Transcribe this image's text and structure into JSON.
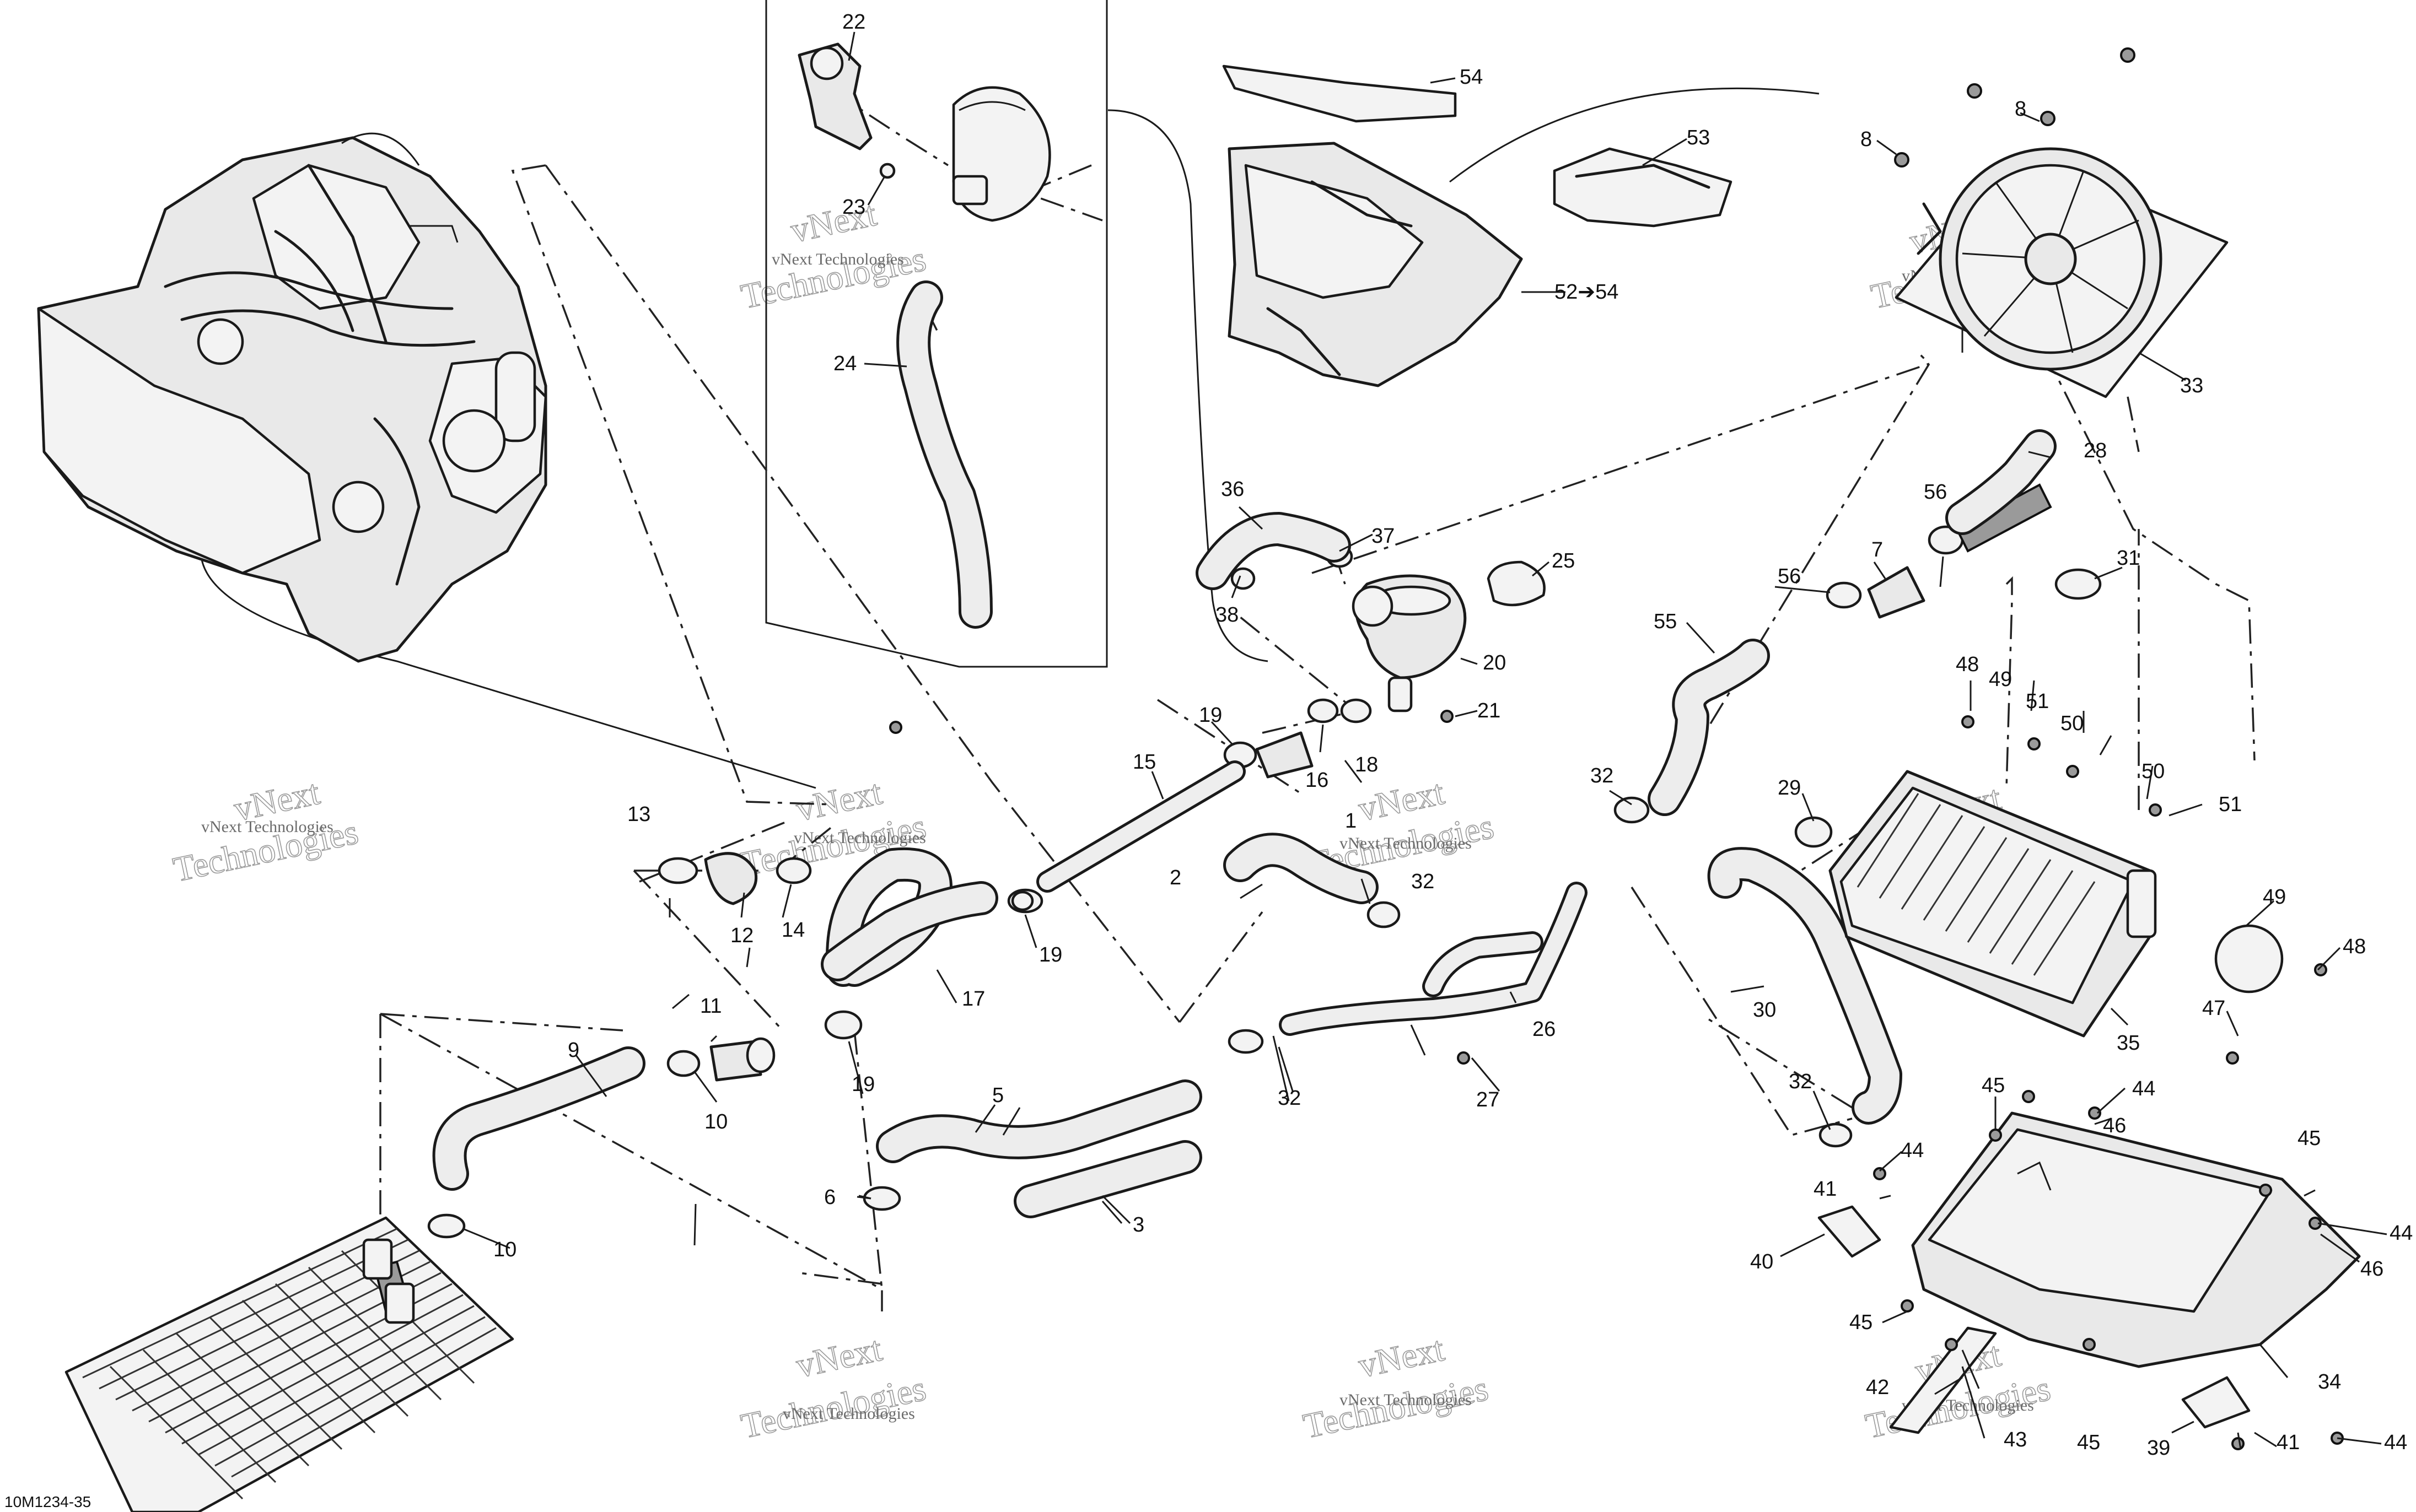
{
  "diagram": {
    "reference_code": "10M1234-35",
    "watermark": {
      "line1": "vNext",
      "line2": "Technologies",
      "small": "vNext Technologies"
    },
    "callouts": [
      {
        "id": "c1",
        "label": "1"
      },
      {
        "id": "c2",
        "label": "2"
      },
      {
        "id": "c3",
        "label": "3"
      },
      {
        "id": "c5",
        "label": "5"
      },
      {
        "id": "c6",
        "label": "6"
      },
      {
        "id": "c7",
        "label": "7"
      },
      {
        "id": "c8a",
        "label": "8"
      },
      {
        "id": "c8b",
        "label": "8"
      },
      {
        "id": "c9",
        "label": "9"
      },
      {
        "id": "c10a",
        "label": "10"
      },
      {
        "id": "c10b",
        "label": "10"
      },
      {
        "id": "c11",
        "label": "11"
      },
      {
        "id": "c12",
        "label": "12"
      },
      {
        "id": "c13",
        "label": "13"
      },
      {
        "id": "c14",
        "label": "14"
      },
      {
        "id": "c15",
        "label": "15"
      },
      {
        "id": "c16",
        "label": "16"
      },
      {
        "id": "c17",
        "label": "17"
      },
      {
        "id": "c18",
        "label": "18"
      },
      {
        "id": "c19a",
        "label": "19"
      },
      {
        "id": "c19b",
        "label": "19"
      },
      {
        "id": "c19c",
        "label": "19"
      },
      {
        "id": "c20",
        "label": "20"
      },
      {
        "id": "c21",
        "label": "21"
      },
      {
        "id": "c22",
        "label": "22"
      },
      {
        "id": "c23",
        "label": "23"
      },
      {
        "id": "c24",
        "label": "24"
      },
      {
        "id": "c25",
        "label": "25"
      },
      {
        "id": "c26",
        "label": "26"
      },
      {
        "id": "c27",
        "label": "27"
      },
      {
        "id": "c28",
        "label": "28"
      },
      {
        "id": "c29",
        "label": "29"
      },
      {
        "id": "c30",
        "label": "30"
      },
      {
        "id": "c31",
        "label": "31"
      },
      {
        "id": "c32a",
        "label": "32"
      },
      {
        "id": "c32b",
        "label": "32"
      },
      {
        "id": "c32c",
        "label": "32"
      },
      {
        "id": "c32d",
        "label": "32"
      },
      {
        "id": "c33",
        "label": "33"
      },
      {
        "id": "c34",
        "label": "34"
      },
      {
        "id": "c35",
        "label": "35"
      },
      {
        "id": "c36",
        "label": "36"
      },
      {
        "id": "c37",
        "label": "37"
      },
      {
        "id": "c38",
        "label": "38"
      },
      {
        "id": "c39",
        "label": "39"
      },
      {
        "id": "c40",
        "label": "40"
      },
      {
        "id": "c41a",
        "label": "41"
      },
      {
        "id": "c41b",
        "label": "41"
      },
      {
        "id": "c42",
        "label": "42"
      },
      {
        "id": "c43",
        "label": "43"
      },
      {
        "id": "c44a",
        "label": "44"
      },
      {
        "id": "c44b",
        "label": "44"
      },
      {
        "id": "c44c",
        "label": "44"
      },
      {
        "id": "c44d",
        "label": "44"
      },
      {
        "id": "c45a",
        "label": "45"
      },
      {
        "id": "c45b",
        "label": "45"
      },
      {
        "id": "c45c",
        "label": "45"
      },
      {
        "id": "c45d",
        "label": "45"
      },
      {
        "id": "c46a",
        "label": "46"
      },
      {
        "id": "c46b",
        "label": "46"
      },
      {
        "id": "c47",
        "label": "47"
      },
      {
        "id": "c48a",
        "label": "48"
      },
      {
        "id": "c48b",
        "label": "48"
      },
      {
        "id": "c49a",
        "label": "49"
      },
      {
        "id": "c49b",
        "label": "49"
      },
      {
        "id": "c50a",
        "label": "50"
      },
      {
        "id": "c50b",
        "label": "50"
      },
      {
        "id": "c51a",
        "label": "51"
      },
      {
        "id": "c51b",
        "label": "51"
      },
      {
        "id": "c52",
        "label": "52➔54"
      },
      {
        "id": "c53",
        "label": "53"
      },
      {
        "id": "c54",
        "label": "54"
      },
      {
        "id": "c55",
        "label": "55"
      },
      {
        "id": "c56a",
        "label": "56"
      },
      {
        "id": "c56b",
        "label": "56"
      }
    ]
  }
}
